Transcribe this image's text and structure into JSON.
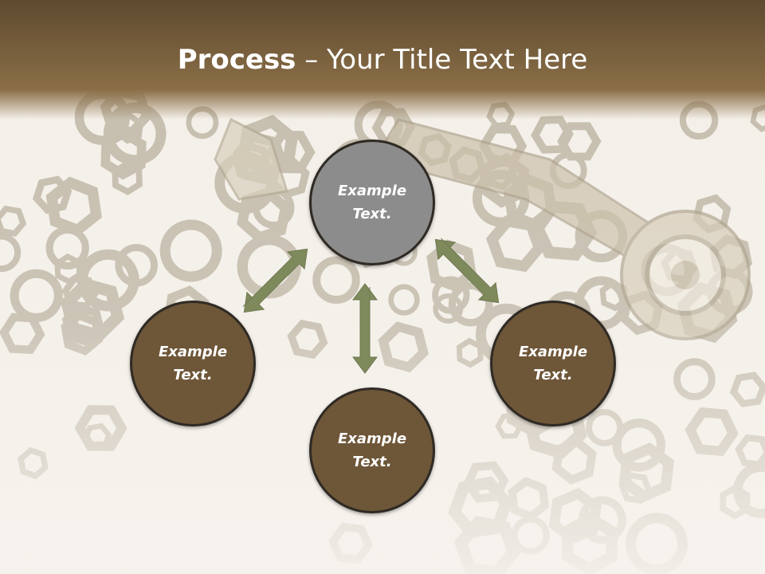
{
  "slide": {
    "title_bold": "Process",
    "title_rest": " – Your Title Text Here"
  },
  "diagram": {
    "center": {
      "line1": "Example",
      "line2": "Text."
    },
    "left": {
      "line1": "Example",
      "line2": "Text."
    },
    "bottom": {
      "line1": "Example",
      "line2": "Text."
    },
    "right": {
      "line1": "Example",
      "line2": "Text."
    }
  },
  "colors": {
    "header_top": "#5e4a2f",
    "header_bottom": "#8a6e47",
    "node_fill": "#6e5638",
    "center_fill": "#8c8c8c",
    "node_border": "#2f2a24",
    "arrow": "#7f8a5c"
  },
  "icons": {
    "background": "hardware-nuts-bolts-wrench-photo"
  }
}
